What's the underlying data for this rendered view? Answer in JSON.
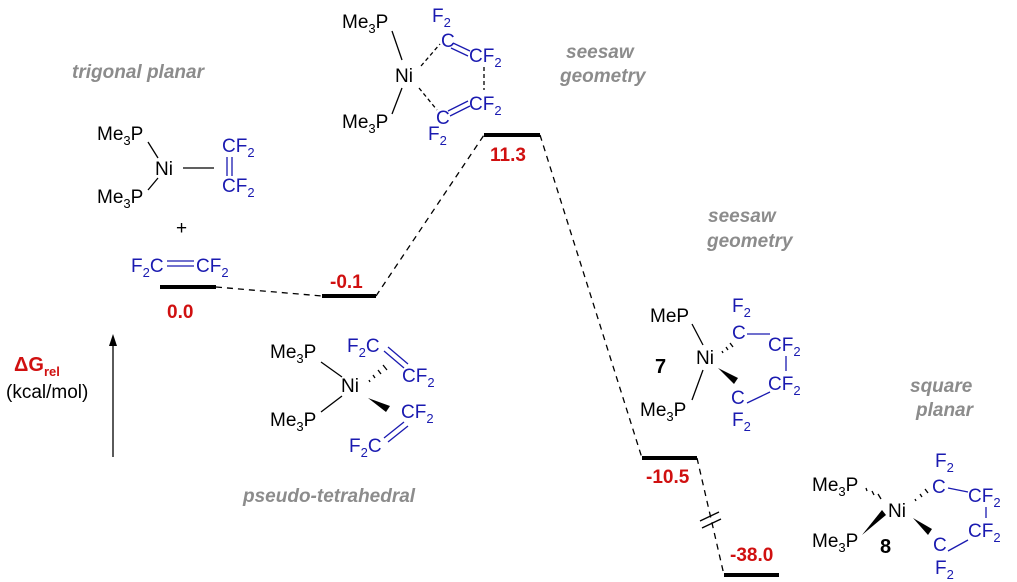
{
  "axis": {
    "delta": "Δ",
    "g": "G",
    "rel": "rel",
    "units": "(kcal/mol)"
  },
  "geometry_labels": {
    "trigonal_planar": "trigonal planar",
    "seesaw_1": "seesaw",
    "seesaw_1b": "geometry",
    "seesaw_2": "seesaw",
    "seesaw_2b": "geometry",
    "pseudo_tetrahedral": "pseudo-tetrahedral",
    "square_1": "square",
    "square_2": "planar"
  },
  "energies": {
    "e0": "0.0",
    "e1": "-0.1",
    "e2": "11.3",
    "e3": "-10.5",
    "e4": "-38.0"
  },
  "compound_numbers": {
    "c7": "7",
    "c8": "8"
  },
  "text": {
    "me3": "Me",
    "three": "3",
    "p": "P",
    "ni": "Ni",
    "cf": "CF",
    "two": "2",
    "f": "F",
    "c": "C",
    "plus": "+",
    "f2c": "F",
    "mep": "MeP"
  },
  "colors": {
    "energy_value": "#d01010",
    "geometry_label": "#8c8c8c",
    "fluorocarbon": "#1a1ab0"
  }
}
